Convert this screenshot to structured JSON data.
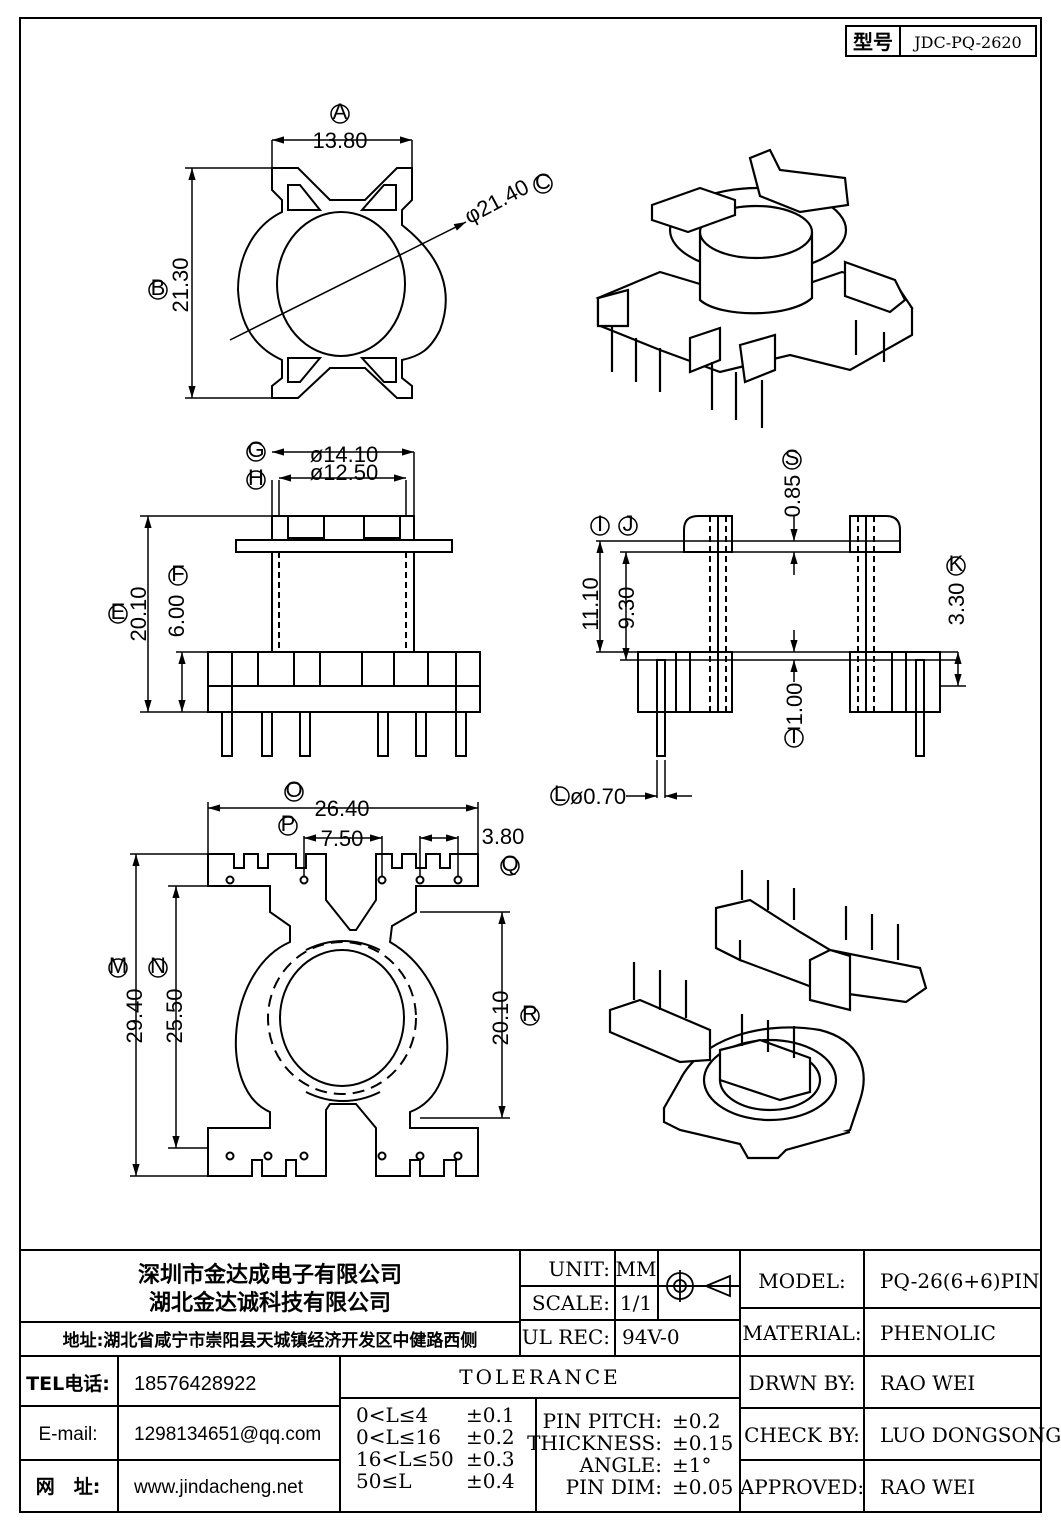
{
  "part_number_label": "型号",
  "part_number": "JDC-PQ-2620",
  "dimensions": {
    "A": {
      "letter": "A",
      "value": "13.80"
    },
    "B": {
      "letter": "B",
      "value": "21.30"
    },
    "C": {
      "letter": "C",
      "value": "φ21.40"
    },
    "G": {
      "letter": "G",
      "value": "ø14.10"
    },
    "H": {
      "letter": "H",
      "value": "ø12.50"
    },
    "E": {
      "letter": "E",
      "value": "20.10"
    },
    "F": {
      "letter": "F",
      "value": "6.00"
    },
    "I": {
      "letter": "I",
      "value": "11.10"
    },
    "J": {
      "letter": "J",
      "value": "9.30"
    },
    "S": {
      "letter": "S",
      "value": "0.85"
    },
    "K": {
      "letter": "K",
      "value": "3.30"
    },
    "T": {
      "letter": "T",
      "value": "1.00"
    },
    "L": {
      "letter": "L",
      "value": "ø0.70"
    },
    "O": {
      "letter": "O",
      "value": "26.40"
    },
    "P": {
      "letter": "P",
      "value": "7.50"
    },
    "Q": {
      "letter": "Q",
      "value": "3.80"
    },
    "M": {
      "letter": "M",
      "value": "29.40"
    },
    "N": {
      "letter": "N",
      "value": "25.50"
    },
    "R": {
      "letter": "R",
      "value": "20.10"
    }
  },
  "company": {
    "name1": "深圳市金达成电子有限公司",
    "name2": "湖北金达诚科技有限公司",
    "address": "地址:湖北省咸宁市崇阳县天城镇经济开发区中健路西侧",
    "tel_label": "TEL电话:",
    "tel": "18576428922",
    "email_label": "E-mail:",
    "email": "1298134651@qq.com",
    "web_label": "网　址:",
    "web": "www.jindacheng.net"
  },
  "spec": {
    "unit_label": "UNIT:",
    "unit": "MM",
    "scale_label": "SCALE:",
    "scale": "1/1",
    "ulrec_label": "UL REC:",
    "ulrec": "94V-0",
    "tolerance_title": "TOLERANCE",
    "tolerances": [
      {
        "range": "0<L≤4",
        "tol": "±0.1"
      },
      {
        "range": "0<L≤16",
        "tol": "±0.2"
      },
      {
        "range": "16<L≤50",
        "tol": "±0.3"
      },
      {
        "range": "50≤L",
        "tol": "±0.4"
      }
    ],
    "pin_tolerances": [
      {
        "label": "PIN PITCH:",
        "tol": "±0.2"
      },
      {
        "label": "THICKNESS:",
        "tol": "±0.15"
      },
      {
        "label": "ANGLE:",
        "tol": "±1°"
      },
      {
        "label": "PIN DIM:",
        "tol": "±0.05"
      }
    ]
  },
  "titleblock": {
    "model_label": "MODEL:",
    "model": "PQ-26(6+6)PIN",
    "material_label": "MATERIAL:",
    "material": "PHENOLIC",
    "drawn_label": "DRWN BY:",
    "drawn": "RAO WEI",
    "check_label": "CHECK BY:",
    "check": "LUO DONGSONG",
    "approved_label": "APPROVED:",
    "approved": "RAO WEI"
  }
}
